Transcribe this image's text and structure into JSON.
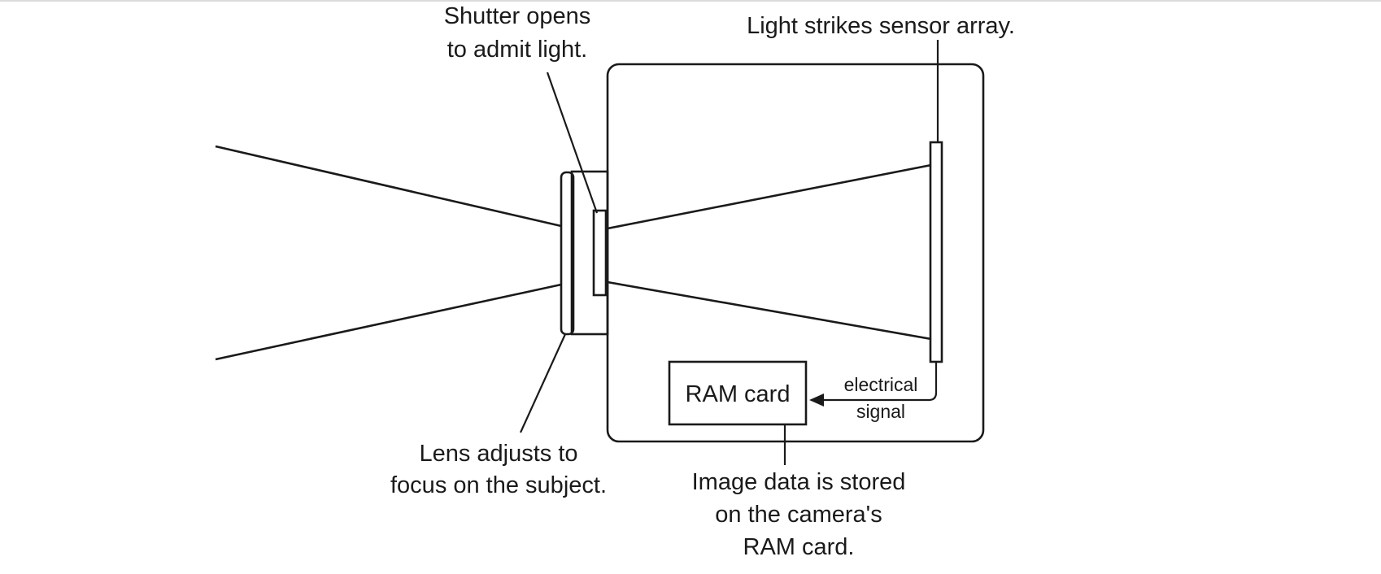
{
  "labels": {
    "shutter_line1": "Shutter opens",
    "shutter_line2": "to admit light.",
    "sensor": "Light strikes sensor array.",
    "lens_line1": "Lens adjusts to",
    "lens_line2": "focus on the subject.",
    "ram_card": "RAM card",
    "signal_line1": "electrical",
    "signal_line2": "signal",
    "storage_line1": "Image data is stored",
    "storage_line2": "on the camera's",
    "storage_line3": "RAM card."
  },
  "colors": {
    "ink": "#1a1a1a",
    "background": "#ffffff"
  }
}
